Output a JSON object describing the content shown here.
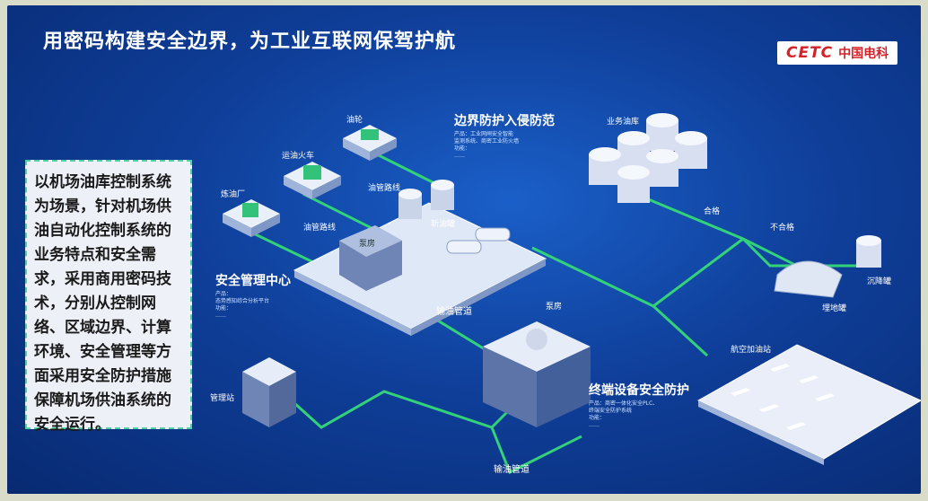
{
  "title": "用密码构建安全边界，为工业互联网保驾护航",
  "logo": {
    "mark": "CETC",
    "name": "中国电科"
  },
  "description": "以机场油库控制系统为场景，针对机场供油自动化控制系统的业务特点和安全需求，采用商用密码技术，分别从控制网络、区域边界、计算环境、安全管理等方面采用安全防护措施保障机场供油系统的安全运行。",
  "labels": {
    "ship": "油轮",
    "train": "运油火车",
    "refinery": "炼油厂",
    "pipeline_route": "油管路线",
    "new_tank": "新油罐",
    "pump_house": "泵房",
    "business_depot": "业务油库",
    "qualified": "合格",
    "unqualified": "不合格",
    "settling_tank": "沉降罐",
    "buried_tank": "埋地罐",
    "pump_room": "泵房",
    "oil_pipeline": "输油管道",
    "management_station": "管理站",
    "aviation_station": "航空加油站",
    "boundary_title": "边界防护入侵防范",
    "security_center_title": "安全管理中心",
    "terminal_title": "终端设备安全防护"
  },
  "details": {
    "boundary": "产品：工业网闸安全智能\n监测系统、商密工业防火墙\n功能：\n……",
    "security_center": "产品：\n态势感知综合分析平台\n功能：\n……",
    "terminal": "产品：商密一体化安全PLC、\n终端安全防护系统\n功能：\n……"
  },
  "colors": {
    "background": "#0f3f9a",
    "pipeline": "#33d27a",
    "box_border": "#4fd0a0",
    "logo_red": "#d3222a"
  }
}
